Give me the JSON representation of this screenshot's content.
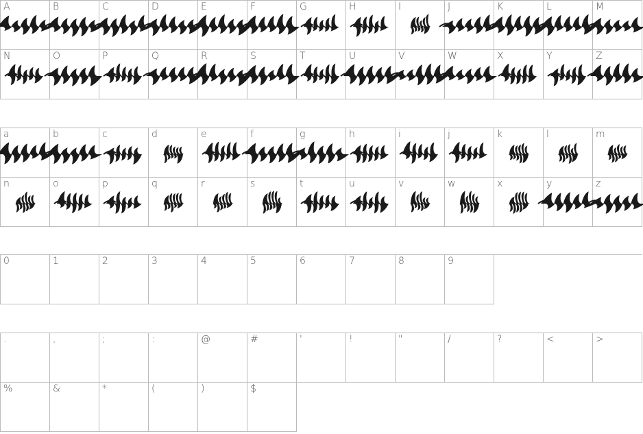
{
  "sections": [
    {
      "id": "uppercase",
      "cells": [
        {
          "label": "A",
          "glyph": "wide"
        },
        {
          "label": "B",
          "glyph": "wide"
        },
        {
          "label": "C",
          "glyph": "wide"
        },
        {
          "label": "D",
          "glyph": "wide"
        },
        {
          "label": "E",
          "glyph": "wide"
        },
        {
          "label": "F",
          "glyph": "wide"
        },
        {
          "label": "G",
          "glyph": "medium"
        },
        {
          "label": "H",
          "glyph": "medium"
        },
        {
          "label": "I",
          "glyph": "small"
        },
        {
          "label": "J",
          "glyph": "wide"
        },
        {
          "label": "K",
          "glyph": "wide"
        },
        {
          "label": "L",
          "glyph": "wide"
        },
        {
          "label": "M",
          "glyph": "wide"
        },
        {
          "label": "N",
          "glyph": "medium"
        },
        {
          "label": "O",
          "glyph": "wide"
        },
        {
          "label": "P",
          "glyph": "medium"
        },
        {
          "label": "Q",
          "glyph": "wide"
        },
        {
          "label": "R",
          "glyph": "wide"
        },
        {
          "label": "S",
          "glyph": "wide"
        },
        {
          "label": "T",
          "glyph": "medium"
        },
        {
          "label": "U",
          "glyph": "wide"
        },
        {
          "label": "V",
          "glyph": "wide"
        },
        {
          "label": "W",
          "glyph": "wide"
        },
        {
          "label": "X",
          "glyph": "medium"
        },
        {
          "label": "Y",
          "glyph": "medium"
        },
        {
          "label": "Z",
          "glyph": "wide"
        }
      ]
    },
    {
      "id": "lowercase",
      "cells": [
        {
          "label": "a",
          "glyph": "wide"
        },
        {
          "label": "b",
          "glyph": "wide"
        },
        {
          "label": "c",
          "glyph": "medium"
        },
        {
          "label": "d",
          "glyph": "small"
        },
        {
          "label": "e",
          "glyph": "medium"
        },
        {
          "label": "f",
          "glyph": "wide"
        },
        {
          "label": "g",
          "glyph": "wide"
        },
        {
          "label": "h",
          "glyph": "medium"
        },
        {
          "label": "i",
          "glyph": "medium"
        },
        {
          "label": "j",
          "glyph": "medium"
        },
        {
          "label": "k",
          "glyph": "small"
        },
        {
          "label": "l",
          "glyph": "small"
        },
        {
          "label": "m",
          "glyph": "small"
        },
        {
          "label": "n",
          "glyph": "small"
        },
        {
          "label": "o",
          "glyph": "medium"
        },
        {
          "label": "p",
          "glyph": "medium"
        },
        {
          "label": "q",
          "glyph": "small"
        },
        {
          "label": "r",
          "glyph": "small"
        },
        {
          "label": "s",
          "glyph": "small"
        },
        {
          "label": "t",
          "glyph": "medium"
        },
        {
          "label": "u",
          "glyph": "medium"
        },
        {
          "label": "v",
          "glyph": "small"
        },
        {
          "label": "w",
          "glyph": "small"
        },
        {
          "label": "x",
          "glyph": "small"
        },
        {
          "label": "y",
          "glyph": "wide"
        },
        {
          "label": "z",
          "glyph": "wide"
        }
      ]
    },
    {
      "id": "digits",
      "cells": [
        {
          "label": "0",
          "glyph": "none"
        },
        {
          "label": "1",
          "glyph": "none"
        },
        {
          "label": "2",
          "glyph": "none"
        },
        {
          "label": "3",
          "glyph": "none"
        },
        {
          "label": "4",
          "glyph": "none"
        },
        {
          "label": "5",
          "glyph": "none"
        },
        {
          "label": "6",
          "glyph": "none"
        },
        {
          "label": "7",
          "glyph": "none"
        },
        {
          "label": "8",
          "glyph": "none"
        },
        {
          "label": "9",
          "glyph": "none"
        }
      ]
    },
    {
      "id": "punctuation",
      "cells": [
        {
          "label": ".",
          "glyph": "none"
        },
        {
          "label": ",",
          "glyph": "none"
        },
        {
          "label": ";",
          "glyph": "none"
        },
        {
          "label": ":",
          "glyph": "none"
        },
        {
          "label": "@",
          "glyph": "none"
        },
        {
          "label": "#",
          "glyph": "none"
        },
        {
          "label": "'",
          "glyph": "none"
        },
        {
          "label": "!",
          "glyph": "none"
        },
        {
          "label": "\"",
          "glyph": "none"
        },
        {
          "label": "/",
          "glyph": "none"
        },
        {
          "label": "?",
          "glyph": "none"
        },
        {
          "label": "<",
          "glyph": "none"
        },
        {
          "label": ">",
          "glyph": "none"
        },
        {
          "label": "%",
          "glyph": "none"
        },
        {
          "label": "&",
          "glyph": "none"
        },
        {
          "label": "*",
          "glyph": "none"
        },
        {
          "label": "(",
          "glyph": "none"
        },
        {
          "label": ")",
          "glyph": "none"
        },
        {
          "label": "$",
          "glyph": "none"
        }
      ]
    }
  ],
  "colors": {
    "grid_line": "#bbbbbb",
    "label": "#555555",
    "glyph": "#1a1a1a"
  }
}
